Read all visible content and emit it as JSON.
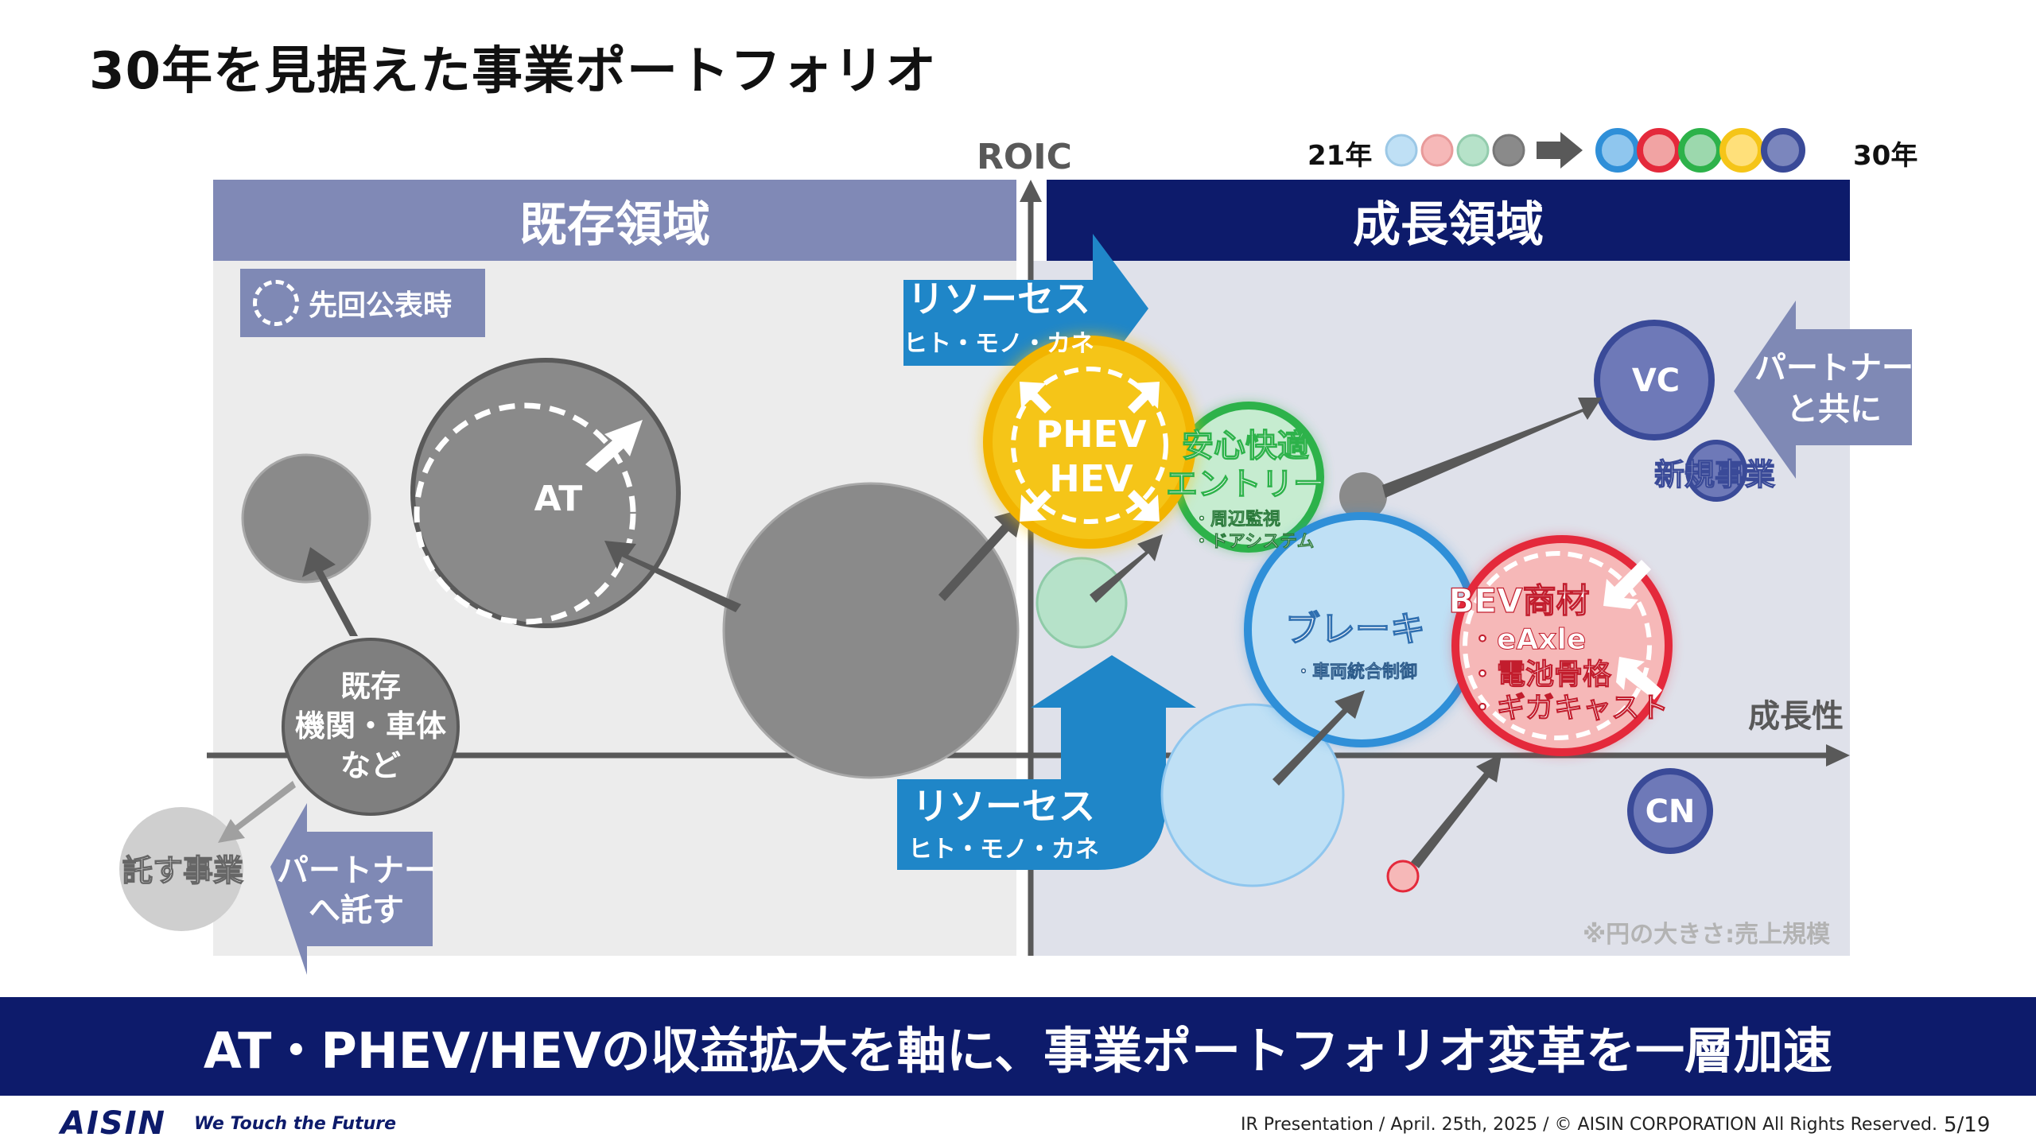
{
  "title": "30年を見据えた事業ポートフォリオ",
  "axes": {
    "y_label": "ROIC",
    "x_label": "成長性"
  },
  "regions": {
    "existing": "既存領域",
    "growth": "成長領域"
  },
  "legend": {
    "previous": "先回公表時",
    "year_start": "21年",
    "year_end": "30年",
    "size_note": "※円の大きさ:売上規模"
  },
  "resources": {
    "title": "リソーセス",
    "sub": "ヒト・モノ・カネ"
  },
  "partner_with": {
    "line1": "パートナー",
    "line2": "と共に"
  },
  "partner_to": {
    "line1": "パートナー",
    "line2": "へ託す"
  },
  "bubbles": {
    "at": "AT",
    "existing_1": "既存",
    "existing_2": "機関・車体",
    "existing_3": "など",
    "entrust": "託す事業",
    "phev": "PHEV",
    "hev": "HEV",
    "safety_1": "安心快適",
    "safety_2": "エントリー",
    "safety_sub1": "・周辺監視",
    "safety_sub2": "・ドアシステム",
    "brake": "ブレーキ",
    "brake_sub": "・車両統合制御",
    "bev": "BEV商材",
    "bev_sub1": "・eAxle",
    "bev_sub2": "・電池骨格",
    "bev_sub3": "・ギガキャスト",
    "vc": "VC",
    "new_business": "新規事業",
    "cn": "CN"
  },
  "colors": {
    "navy": "#0d1b6b",
    "light_navy": "#8089b6",
    "blue_arrow": "#1f86c8",
    "gray": "#8a8a8a",
    "yellow": "#f5c518",
    "green": "#2db24a",
    "red": "#e4293b",
    "light_blue": "#4a9ad8",
    "indigo": "#4a5aa8"
  },
  "footer": {
    "message": "AT・PHEV/HEVの収益拡大を軸に、事業ポートフォリオ変革を一層加速",
    "logo": "AISIN",
    "tagline": "We Touch the Future",
    "copyright": "IR Presentation / April. 25th, 2025 / © AISIN CORPORATION All Rights Reserved.",
    "page": "5/19"
  }
}
